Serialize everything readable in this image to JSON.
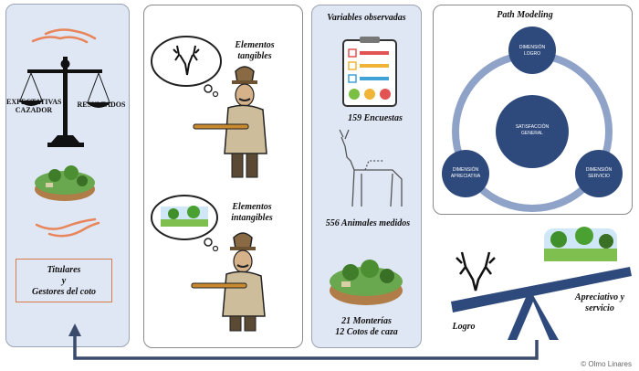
{
  "panel_left": {
    "label_expectations": "EXPECTATIVAS CAZADOR",
    "label_results": "RESULTADOS",
    "titular_line1": "Titulares",
    "titular_line2": "y",
    "titular_line3": "Gestores del coto"
  },
  "panel_middle": {
    "tangible_line1": "Elementos",
    "tangible_line2": "tangibles",
    "intangible_line1": "Elementos",
    "intangible_line2": "intangibles"
  },
  "panel_variables": {
    "title": "Variables observadas",
    "surveys": "159 Encuestas",
    "animals": "556 Animales medidos",
    "hunts_line1": "21 Monterías",
    "hunts_line2": "12 Cotos de caza"
  },
  "path_modeling": {
    "title": "Path Modeling",
    "top_line1": "DIMENSIÓN",
    "top_line2": "LOGRO",
    "center_line1": "SATISFACCIÓN",
    "center_line2": "GENERAL",
    "left_line1": "DIMENSIÓN",
    "left_line2": "APRECIATIVA",
    "right_line1": "DIMENSIÓN",
    "right_line2": "SERVICIO"
  },
  "seesaw": {
    "left_label": "Logro",
    "right_line1": "Apreciativo y",
    "right_line2": "servicio"
  },
  "credit": "© Olmo Linares",
  "colors": {
    "navy": "#1e2a52",
    "circle_fill": "#2e4a7d",
    "ring": "#8fa3c8",
    "hand": "#e8855a",
    "panel_tint": "#dfe6f4"
  }
}
